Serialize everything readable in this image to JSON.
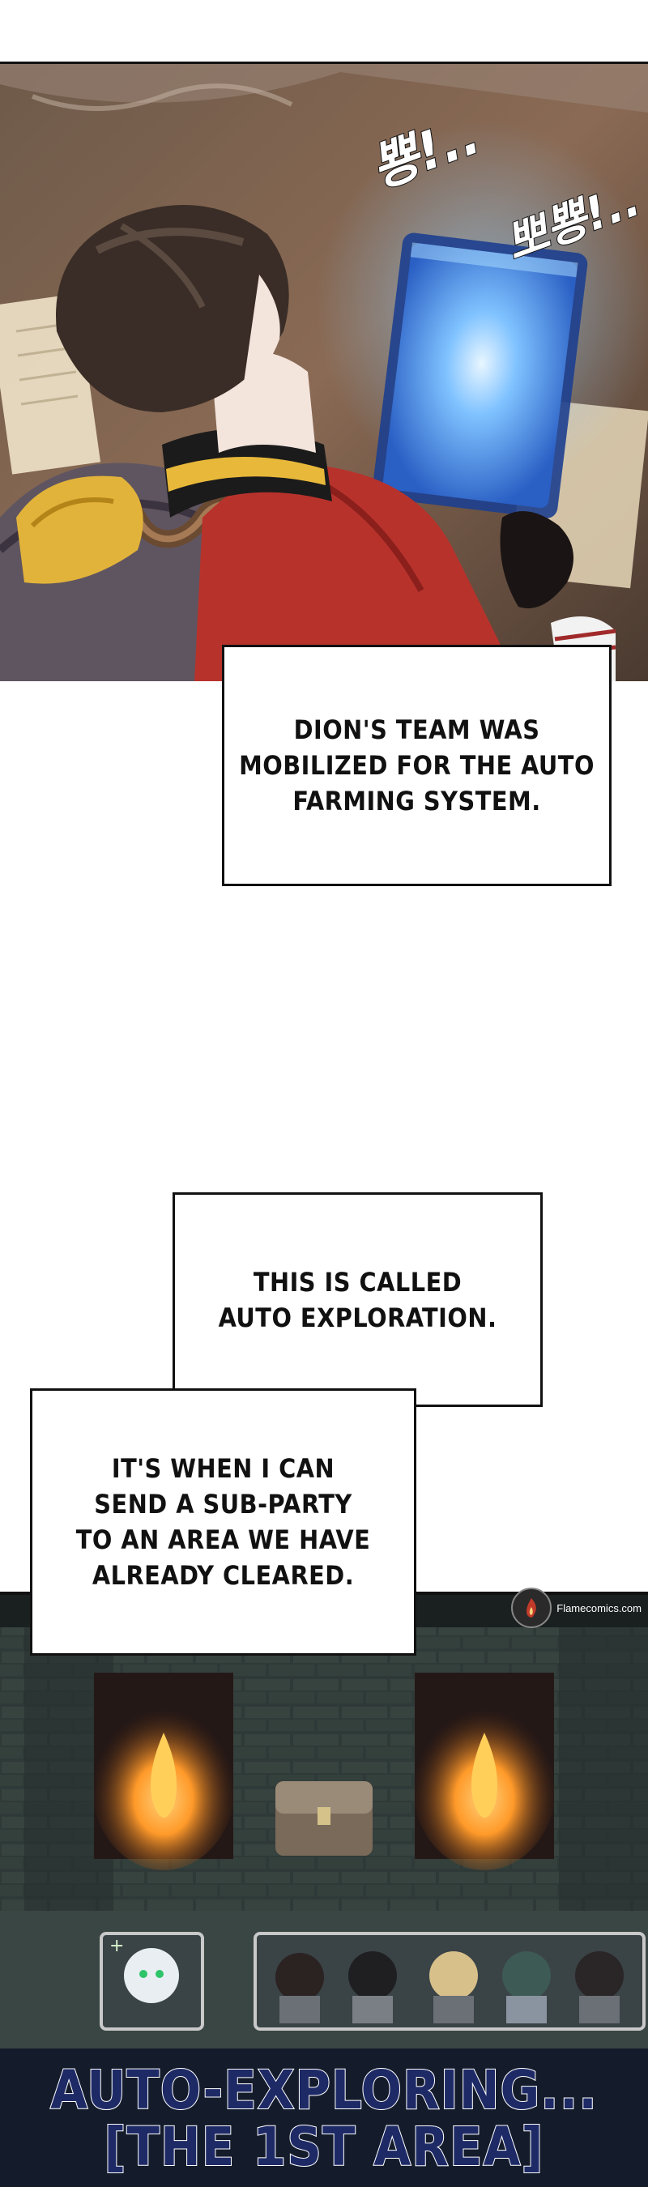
{
  "panels": {
    "top": {
      "sfx": [
        "뿅!..",
        "뽀뿅!.."
      ]
    },
    "bottom": {
      "caption_line1": "AUTO-EXPLORING...",
      "caption_line2": "[THE 1ST AREA]"
    }
  },
  "narration": {
    "box1": "DION'S TEAM WAS\nMOBILIZED FOR THE AUTO\nFARMING SYSTEM.",
    "box2": "THIS IS CALLED\nAUTO EXPLORATION.",
    "box3": "IT'S WHEN I CAN\nSEND A SUB-PARTY\nTO AN AREA WE HAVE\nALREADY CLEARED."
  },
  "watermark": {
    "text": "Flamecomics.com"
  },
  "colors": {
    "caption_blue": "#1e2a66",
    "tablet_glow": "#5aa9ff",
    "torch_fire": "#ff9a2a"
  }
}
